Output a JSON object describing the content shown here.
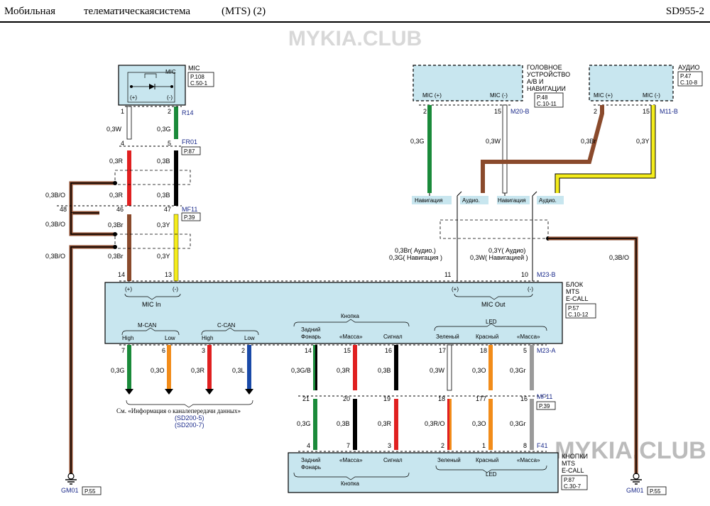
{
  "header": {
    "title_1": "Мобильная",
    "title_2": "телематическаясистема",
    "title_3": "(MTS) (2)",
    "code": "SD955-2"
  },
  "watermark": {
    "top": "MYKIA.CLUB",
    "bottom": "MYKIA.CLUB"
  },
  "mic": {
    "label": "MIC",
    "inner": "MIC",
    "plus": "(+)",
    "minus": "(-)",
    "ref1": "P.108",
    "ref2": "C.50-1",
    "pin1": "1",
    "pin2": "2",
    "conn": "R14",
    "wire1": "0,3W",
    "wire2": "0,3G",
    "pin4": "4",
    "pin5": "5",
    "conn2": "FR01",
    "ref3": "P.87",
    "wire3": "0,3R",
    "wire4": "0,3B",
    "wire5": "0,3R",
    "wire6": "0,3B",
    "pin48": "48",
    "pin46": "46",
    "pin47": "47",
    "conn3": "MF11",
    "ref4": "P.39",
    "wire_bo1": "0,3B/O",
    "wire_bo2": "0,3B/O",
    "wire_bo3": "0,3B/O",
    "wire7": "0,3Br",
    "wire8": "0,3Y",
    "wire9": "0,3Br",
    "wire10": "0,3Y",
    "pin14": "14",
    "pin13": "13"
  },
  "head_unit": {
    "l1": "ГОЛОВНОЕ",
    "l2": "УСТРОЙСТВО",
    "l3": "А/В И",
    "l4": "НАВИГАЦИИ",
    "ref1": "P.48",
    "ref2": "C.10-11",
    "mic_plus": "MIC (+)",
    "mic_minus": "MIC (-)",
    "pin2": "2",
    "pin15": "15",
    "conn": "M20-B",
    "wire1": "0,3G",
    "wire2": "0,3W"
  },
  "audio": {
    "label": "АУДИО",
    "ref1": "P.47",
    "ref2": "C.10-8",
    "mic_plus": "MIC (+)",
    "mic_minus": "MIC (-)",
    "pin2": "2",
    "pin15": "15",
    "conn": "M11-B",
    "wire1": "0,3Br",
    "wire2": "0,3Y"
  },
  "switch": {
    "nav1": "Навигация",
    "aud1": "Аудио.",
    "nav2": "Навигация",
    "aud2": "Аудио.",
    "w1": "0,3Br( Аудио.)",
    "w2": "0,3G( Навигация )",
    "w3": "0,3Y( Аудио)",
    "w4": "0,3W( Навигацией )",
    "pin11": "11",
    "pin10": "10",
    "conn": "M23-B",
    "bo": "0,3B/O"
  },
  "mts": {
    "l1": "БЛОК",
    "l2": "MTS",
    "l3": "E-CALL",
    "ref1": "P.57",
    "ref2": "C.10-12",
    "mic_in": "MIC In",
    "mic_out": "MIC Out",
    "plus": "(+)",
    "minus": "(-)",
    "mcan": "M-CAN",
    "ccan": "C-CAN",
    "high": "High",
    "low": "Low",
    "knopka": "Кнопка",
    "zad1": "Задний",
    "zad2": "Фонарь",
    "massa": "«Масса»",
    "signal": "Сигнал",
    "led": "LED",
    "green": "Зеленый",
    "red": "Красный"
  },
  "bottom_wires": {
    "p7": "7",
    "p6": "6",
    "p3": "3",
    "p2": "2",
    "w7": "0,3G",
    "w6": "0,3O",
    "w3": "0,3R",
    "w2": "0,3L",
    "p14": "14",
    "p15": "15",
    "p16": "16",
    "p17": "17",
    "p18": "18",
    "p5": "5",
    "conn1": "M23-A",
    "w14": "0,3G/B",
    "w15": "0,3R",
    "w16": "0,3B",
    "w17": "0,3W",
    "w18": "0,3O",
    "w5": "0,3Gr",
    "p21": "21",
    "p20": "20",
    "p19": "19",
    "p18b": "18",
    "p177": "177",
    "p16b": "16",
    "conn2": "MF11",
    "ref2": "P.39",
    "v21": "0,3G",
    "v20": "0,3B",
    "v19": "0,3R",
    "v18": "0,3R/O",
    "v177": "0,3O",
    "v16": "0,3Gr",
    "q4": "4",
    "q7": "7",
    "q3": "3",
    "q2": "2",
    "q1": "1",
    "q8": "8",
    "conn3": "F41",
    "note": "См. «Информация   о  каналепередачи     данных»",
    "sd1": "(SD200-5)",
    "sd2": "(SD200-7)"
  },
  "buttons": {
    "l1": "КНОПКИ",
    "l2": "MTS",
    "l3": "E-CALL",
    "ref1": "P.87",
    "ref2": "C.30-7",
    "zad1": "Задний",
    "zad2": "Фонарь",
    "massa": "«Масса»",
    "signal": "Сигнал",
    "green": "Зеленый",
    "red": "Красный",
    "massa2": "«Масса»",
    "knopka": "Кнопка",
    "led": "LED"
  },
  "grounds": {
    "left": "GM01",
    "left_ref": "P.55",
    "right": "GM01",
    "right_ref": "P.55"
  },
  "colors": {
    "box_fill": "#c8e6ef",
    "green": "#1a8a3a",
    "red": "#e02020",
    "black": "#000000",
    "white": "#ffffff",
    "yellow": "#f4ec1c",
    "brown": "#8a4a2c",
    "orange": "#f28c1a",
    "blue": "#1a4aa8",
    "gray": "#9a9a9a",
    "ref_blue": "#1a2a8a"
  }
}
